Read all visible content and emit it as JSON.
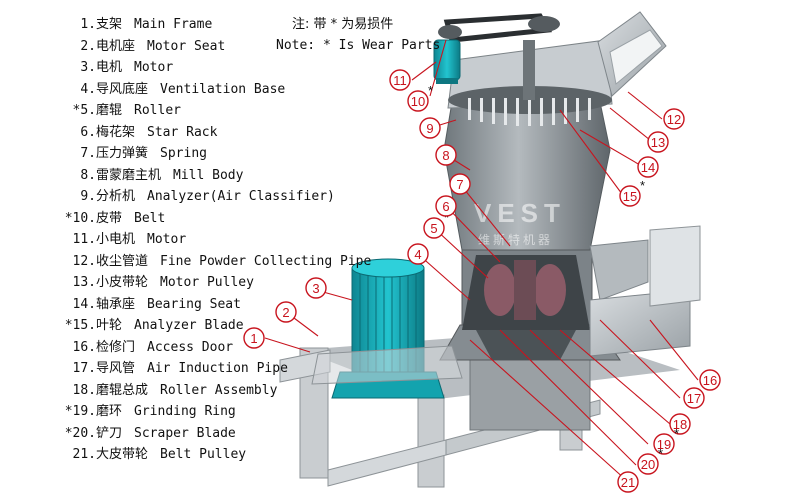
{
  "legend": [
    {
      "num": "1.",
      "cn": "支架",
      "en": "Main Frame",
      "wear": false
    },
    {
      "num": "2.",
      "cn": "电机座",
      "en": "Motor Seat",
      "wear": false
    },
    {
      "num": "3.",
      "cn": "电机",
      "en": "Motor",
      "wear": false
    },
    {
      "num": "4.",
      "cn": "导风底座",
      "en": "Ventilation Base",
      "wear": false
    },
    {
      "num": "*5.",
      "cn": "磨辊",
      "en": "Roller",
      "wear": true
    },
    {
      "num": "6.",
      "cn": "梅花架",
      "en": "Star Rack",
      "wear": false
    },
    {
      "num": "7.",
      "cn": "压力弹簧",
      "en": "Spring",
      "wear": false
    },
    {
      "num": "8.",
      "cn": "雷蒙磨主机",
      "en": "Mill Body",
      "wear": false
    },
    {
      "num": "9.",
      "cn": "分析机",
      "en": "Analyzer(Air Classifier)",
      "wear": false
    },
    {
      "num": "*10.",
      "cn": "皮带",
      "en": "Belt",
      "wear": true
    },
    {
      "num": "11.",
      "cn": "小电机",
      "en": "Motor",
      "wear": false
    },
    {
      "num": "12.",
      "cn": "收尘管道",
      "en": "Fine Powder Collecting Pipe",
      "wear": false
    },
    {
      "num": "13.",
      "cn": "小皮带轮",
      "en": "Motor Pulley",
      "wear": false
    },
    {
      "num": "14.",
      "cn": "轴承座",
      "en": "Bearing Seat",
      "wear": false
    },
    {
      "num": "*15.",
      "cn": "叶轮",
      "en": "Analyzer Blade",
      "wear": true
    },
    {
      "num": "16.",
      "cn": "检修门",
      "en": "Access Door",
      "wear": false
    },
    {
      "num": "17.",
      "cn": "导风管",
      "en": "Air Induction Pipe",
      "wear": false
    },
    {
      "num": "18.",
      "cn": "磨辊总成",
      "en": "Roller Assembly",
      "wear": false
    },
    {
      "num": "*19.",
      "cn": "磨环",
      "en": "Grinding Ring",
      "wear": true
    },
    {
      "num": "*20.",
      "cn": "铲刀",
      "en": "Scraper Blade",
      "wear": true
    },
    {
      "num": "21.",
      "cn": "大皮带轮",
      "en": "Belt Pulley",
      "wear": false
    }
  ],
  "note": {
    "cn": "注: 带 * 为易损件",
    "en": "Note: * Is Wear Parts"
  },
  "callouts": [
    {
      "label": "1",
      "star": false
    },
    {
      "label": "2",
      "star": false
    },
    {
      "label": "3",
      "star": false
    },
    {
      "label": "4",
      "star": false
    },
    {
      "label": "5",
      "star": true
    },
    {
      "label": "6",
      "star": false
    },
    {
      "label": "7",
      "star": false
    },
    {
      "label": "8",
      "star": false
    },
    {
      "label": "9",
      "star": false
    },
    {
      "label": "10",
      "star": true
    },
    {
      "label": "11",
      "star": false
    },
    {
      "label": "12",
      "star": false
    },
    {
      "label": "13",
      "star": false
    },
    {
      "label": "14",
      "star": false
    },
    {
      "label": "15",
      "star": true
    },
    {
      "label": "16",
      "star": false
    },
    {
      "label": "17",
      "star": false
    },
    {
      "label": "18",
      "star": false
    },
    {
      "label": "19",
      "star": true
    },
    {
      "label": "20",
      "star": true
    },
    {
      "label": "21",
      "star": false
    }
  ],
  "watermark": {
    "brand": "VEST",
    "cn": "维斯特机器"
  },
  "colors": {
    "callout": "#c8141e",
    "motor": "#14a8b4",
    "frame": "#c9cdd0",
    "body": "#8f969b"
  }
}
